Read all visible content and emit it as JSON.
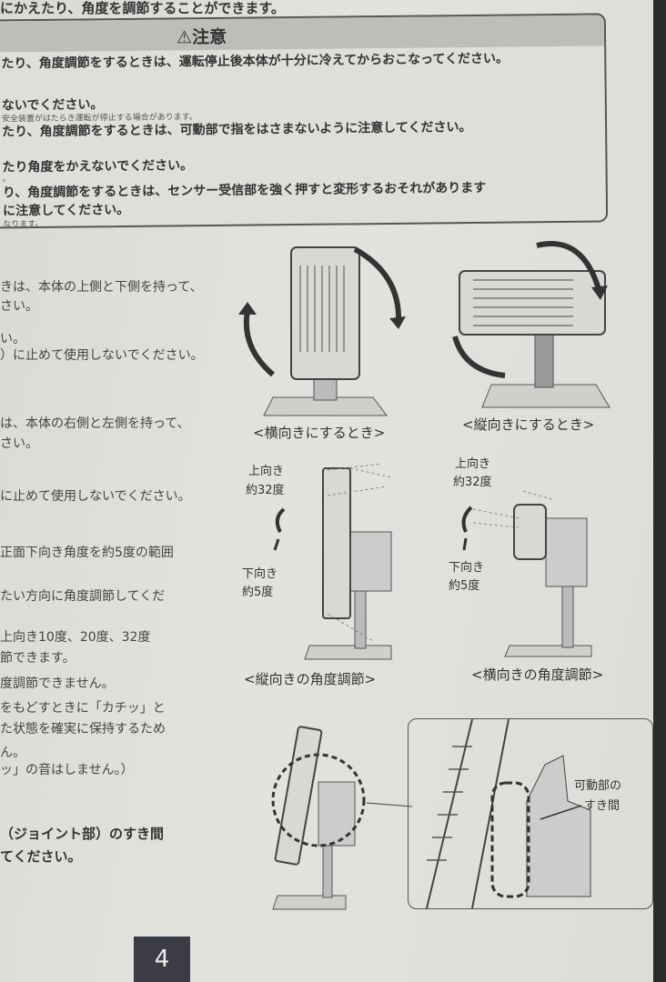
{
  "intro_line": "にかえたり、角度を調節することができます。",
  "caution": {
    "title": "注意",
    "icon": "warning-triangle-icon",
    "items": [
      {
        "text": "たり、角度調節をするときは、運転停止後本体が十分に冷えてからおこなってください。"
      },
      {
        "text": "ないでください。",
        "note": "安全装置がはたらき運転が停止する場合があります。"
      },
      {
        "text": "たり、角度調節をするときは、可動部で指をはさまないように注意してください。"
      },
      {
        "text": "たり角度をかえないでください。",
        "note": "。"
      },
      {
        "text": "り、角度調節をするときは、センサー受信部を強く押すと変形するおそれがあります"
      },
      {
        "text": "に注意してください。",
        "note": "なります。"
      }
    ]
  },
  "body_lines": [
    "きは、本体の上側と下側を持って、",
    "さい。",
    "い。",
    "）に止めて使用しないでください。",
    "は、本体の右側と左側を持って、",
    "さい。",
    "に止めて使用しないでください。",
    "正面下向き角度を約5度の範囲",
    "たい方向に角度調節してくだ",
    "上向き10度、20度、32度",
    "節できます。",
    "度調節できません。",
    "をもどすときに「カチッ」と",
    "た状態を確実に保持するため",
    "ん。",
    "ッ」の音はしません。）",
    "（ジョイント部）のすき間",
    "てください。"
  ],
  "figures": {
    "landscape_turn_caption": "<横向きにするとき>",
    "portrait_turn_caption": "<縦向きにするとき>",
    "portrait_angle_caption": "<縦向きの角度調節>",
    "landscape_angle_caption": "<横向きの角度調節>",
    "up_label": "上向き",
    "up_angle": "約32度",
    "down_label": "下向き",
    "down_angle": "約5度",
    "gap_label_1": "可動部の",
    "gap_label_2": "すき間"
  },
  "page_number": "4"
}
